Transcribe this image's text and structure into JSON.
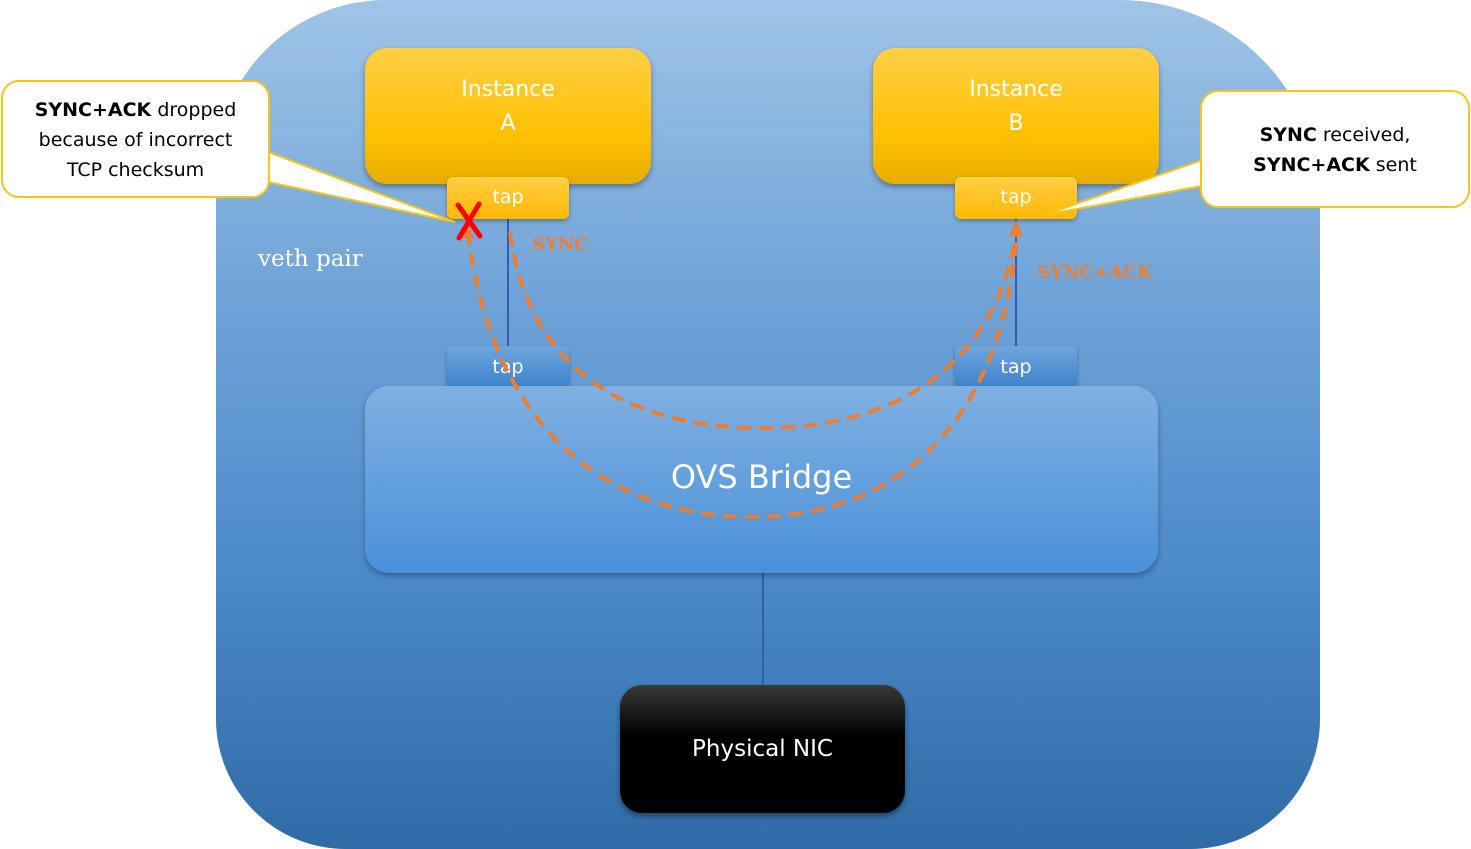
{
  "instances": [
    {
      "line1": "Instance",
      "line2": "A"
    },
    {
      "line1": "Instance",
      "line2": "B"
    }
  ],
  "tap_label": "tap",
  "bridge_label": "OVS Bridge",
  "nic_label": "Physical NIC",
  "veth_label": "veth pair",
  "flows": {
    "sync_label": "SYNC",
    "synack_label": "SYNC+ACK",
    "color": "#ed7d31"
  },
  "callouts": {
    "left": {
      "bold": "SYNC+ACK",
      "rest1": " dropped",
      "line2": "because of incorrect",
      "line3": "TCP checksum"
    },
    "right": {
      "bold1": "SYNC",
      "rest1": " received,",
      "bold2": "SYNC+ACK",
      "rest2": " sent"
    }
  },
  "colors": {
    "instance": "#ffc000",
    "callout_border": "#f5c518",
    "drop_mark": "#ff0000",
    "link_line": "#2f5fb3"
  },
  "icons": {
    "drop": "x-mark-icon"
  }
}
